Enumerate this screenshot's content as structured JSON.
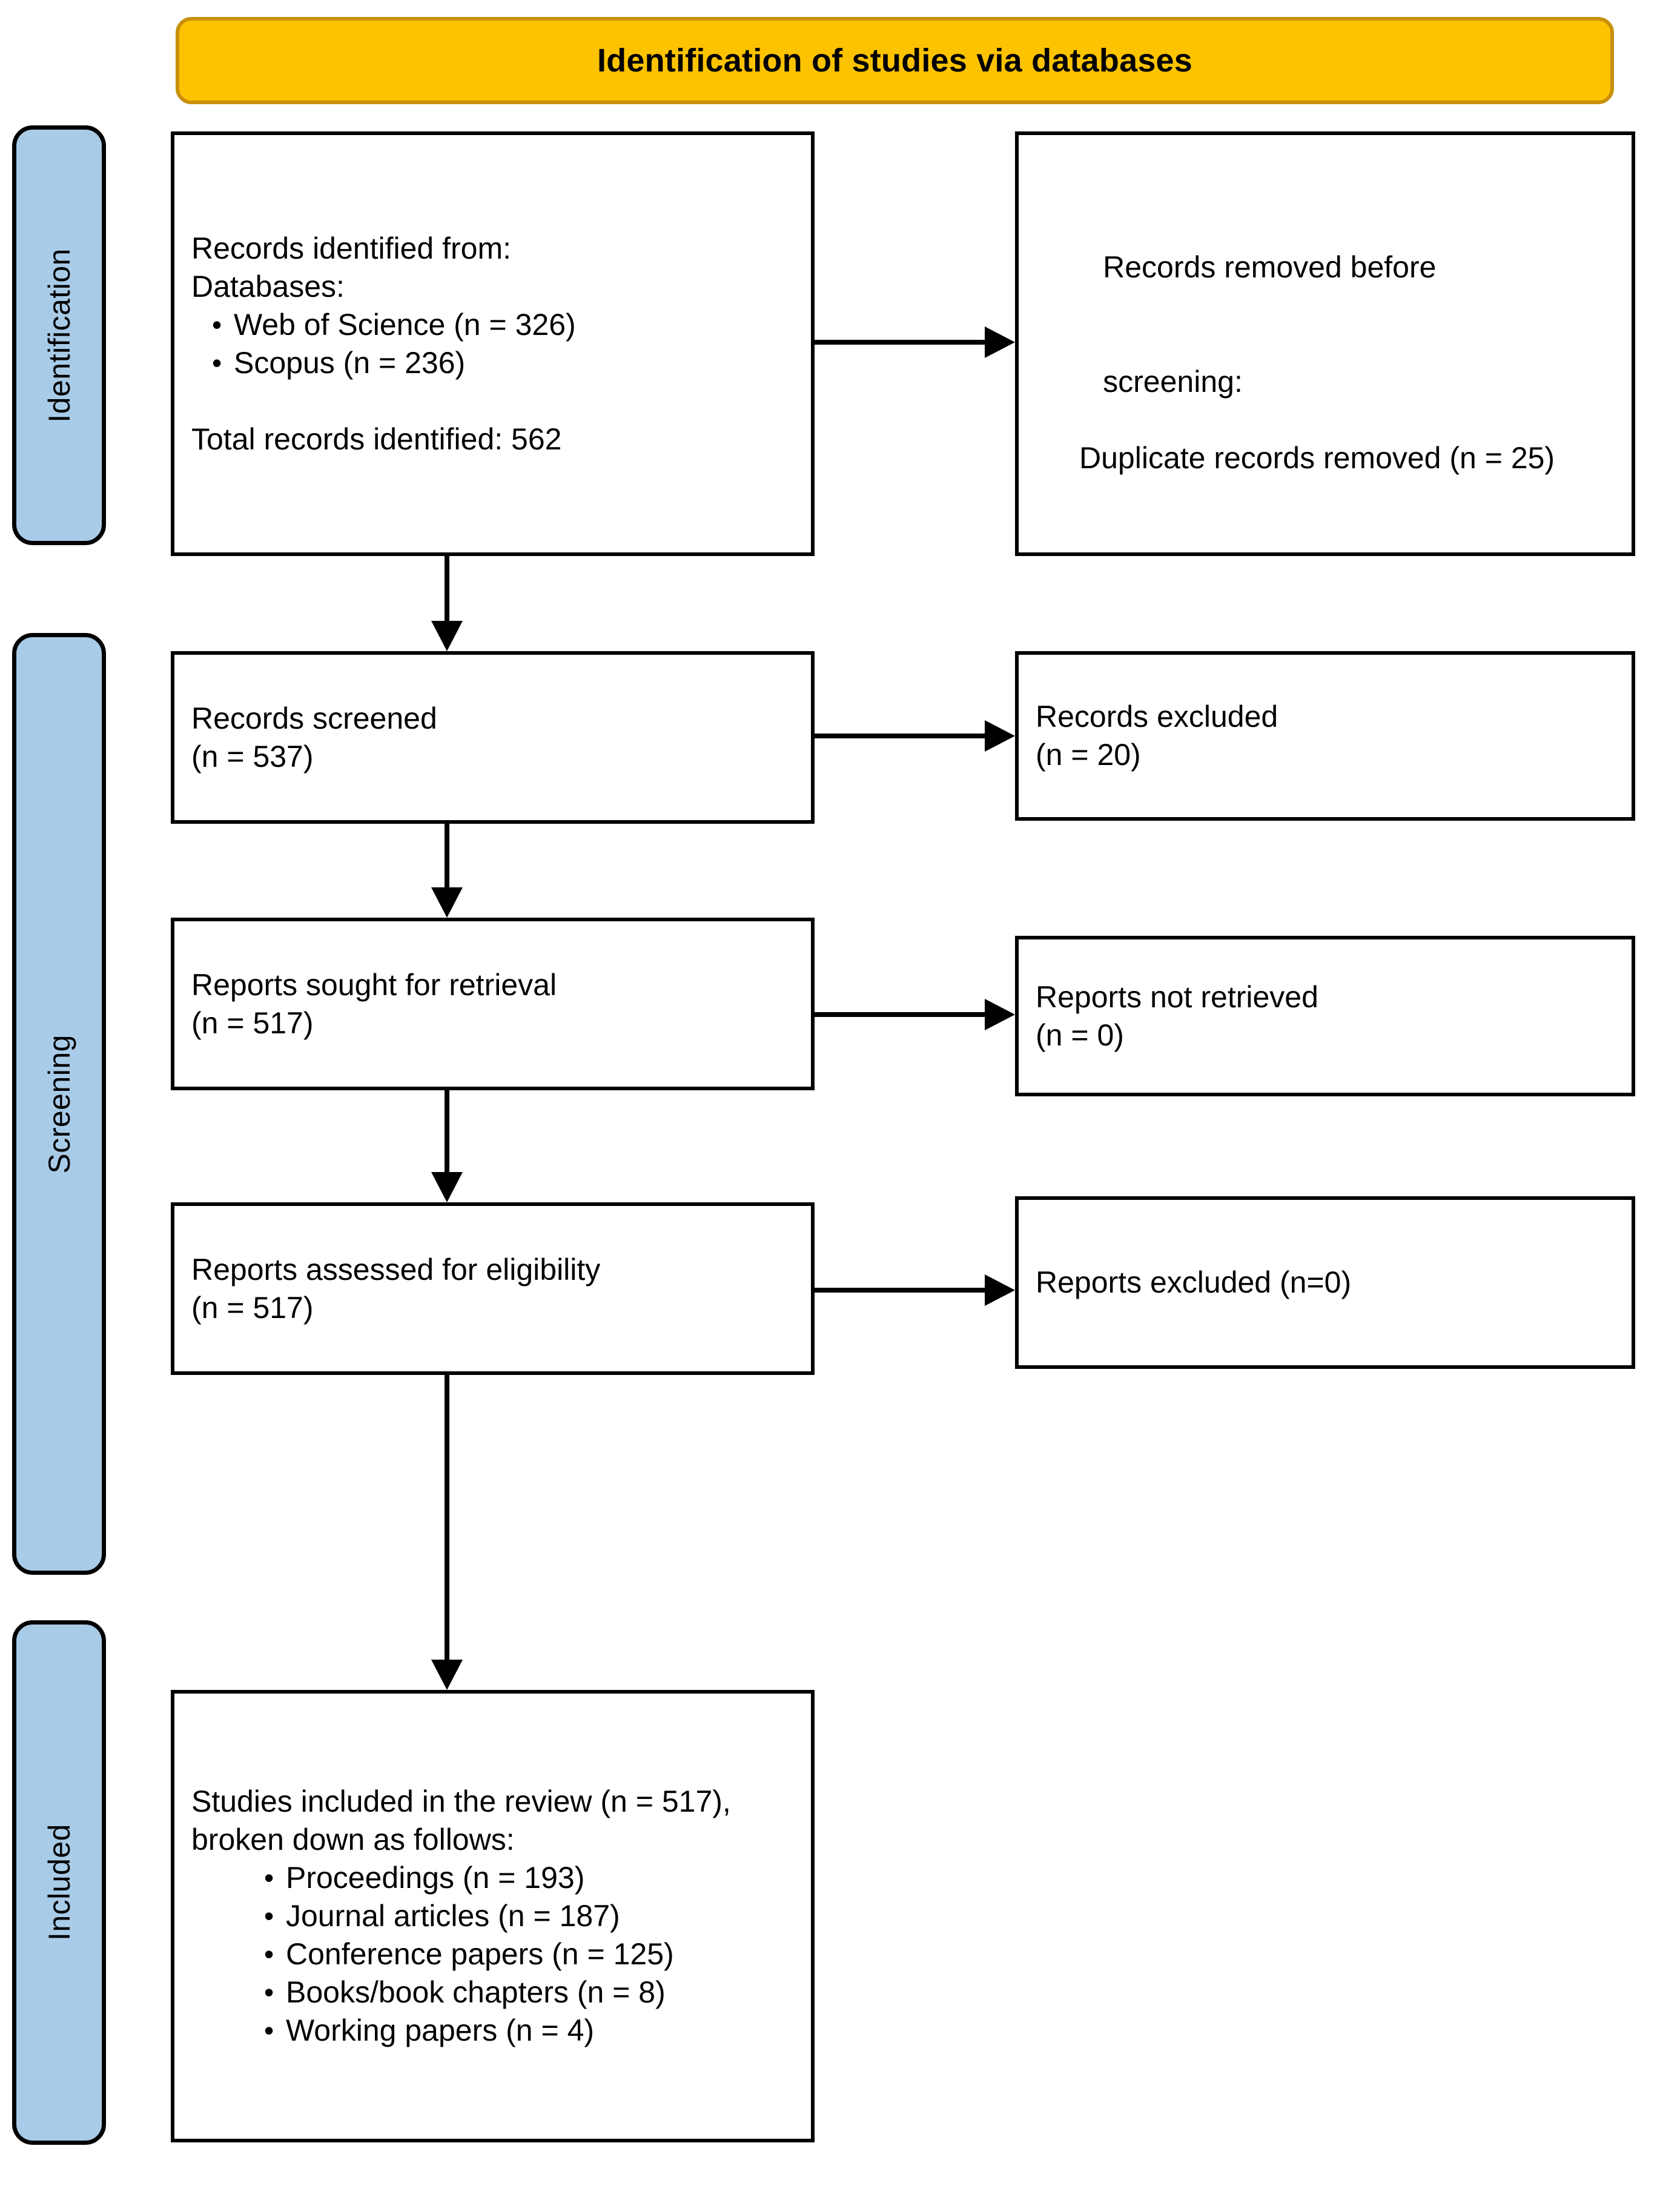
{
  "banner": {
    "title": "Identification of studies via databases"
  },
  "stages": [
    {
      "id": "identification",
      "label": "Identification"
    },
    {
      "id": "screening",
      "label": "Screening"
    },
    {
      "id": "included",
      "label": "Included"
    }
  ],
  "boxes": {
    "identified": {
      "heading": "Records identified from:",
      "subheading": "Databases:",
      "bullets": [
        {
          "dot": "•",
          "text": "Web of Science (n = 326)"
        },
        {
          "dot": "•",
          "text": "Scopus (n = 236)"
        }
      ],
      "total": "Total records identified: 562"
    },
    "removed": {
      "line1_prefix": "Records removed ",
      "line1_italic": "before",
      "line2_italic": "screening",
      "line2_suffix": ":",
      "detail": "Duplicate records removed (n = 25)"
    },
    "screened": {
      "line1": "Records screened",
      "line2": "(n = 537)"
    },
    "excluded_records": {
      "line1": "Records excluded",
      "line2": "(n = 20)"
    },
    "sought": {
      "line1": "Reports sought for retrieval",
      "line2": "(n = 517)"
    },
    "not_retrieved": {
      "line1": "Reports not retrieved",
      "line2": "(n = 0)"
    },
    "assessed": {
      "line1": "Reports assessed for eligibility",
      "line2": "(n = 517)"
    },
    "excluded_reports": {
      "line1": "Reports excluded (n=0)"
    },
    "included": {
      "heading": "Studies included in the review (n = 517), broken down as follows:",
      "bullets": [
        {
          "dot": "•",
          "text": "Proceedings (n = 193)"
        },
        {
          "dot": "•",
          "text": "Journal articles (n = 187)"
        },
        {
          "dot": "•",
          "text": "Conference papers (n = 125)"
        },
        {
          "dot": "•",
          "text": "Books/book chapters (n = 8)"
        },
        {
          "dot": "•",
          "text": "Working papers (n = 4)"
        }
      ]
    }
  },
  "colors": {
    "banner_fill": "#FDC300",
    "banner_border": "#C8900B",
    "stage_fill": "#A8CBE8",
    "box_border": "#000000",
    "text": "#000000"
  }
}
